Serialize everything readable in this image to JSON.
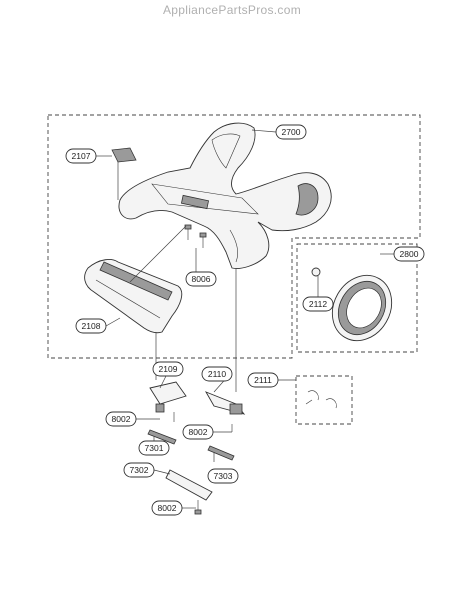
{
  "watermark": "AppliancePartsPros.com",
  "callouts": {
    "c2700": "2700",
    "c2107": "2107",
    "c2800": "2800",
    "c8006": "8006",
    "c2112": "2112",
    "c2108": "2108",
    "c2109": "2109",
    "c2110": "2110",
    "c2111": "2111",
    "c8002a": "8002",
    "c8002b": "8002",
    "c7301": "7301",
    "c7302": "7302",
    "c7303": "7303",
    "c8002c": "8002"
  }
}
